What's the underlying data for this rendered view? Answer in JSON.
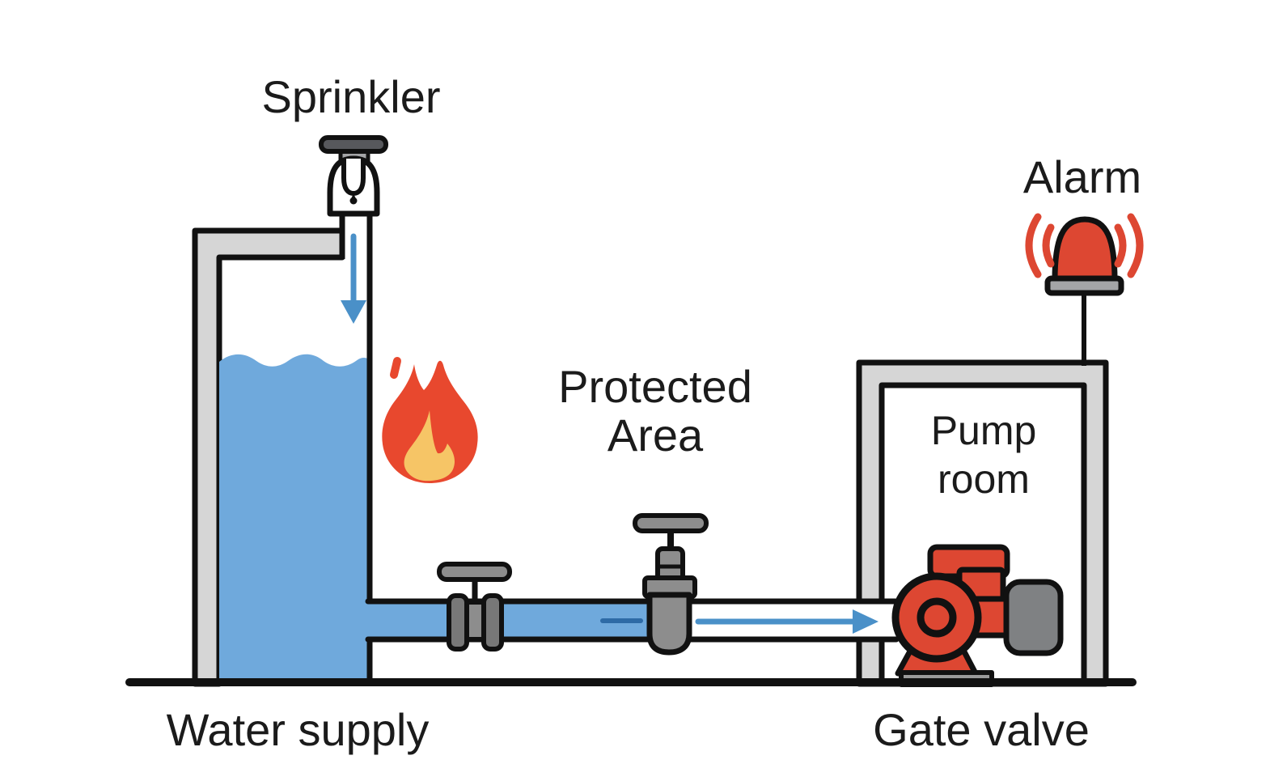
{
  "diagram": {
    "labels": {
      "sprinkler": "Sprinkler",
      "alarm": "Alarm",
      "protected_area": {
        "line1": "Protected",
        "line2": "Area"
      },
      "pump_room": {
        "line1": "Pump",
        "line2": "room"
      },
      "water_supply": "Water supply",
      "gate_valve": "Gate valve"
    },
    "icons": {
      "sprinkler_head": "sprinkler-head-icon",
      "down_arrow": "down-arrow-icon",
      "flame": "flame-icon",
      "pipe_valve": "valve-icon",
      "gate_valve": "gate-valve-icon",
      "flow_arrow": "flow-arrow-icon",
      "pump": "pump-icon",
      "alarm_bell": "alarm-bell-icon"
    },
    "colors": {
      "outline": "#111111",
      "wall_gray": "#d6d6d6",
      "metal_gray": "#8d8d8d",
      "flange_gray": "#787878",
      "motor_gray": "#7f8183",
      "base_gray": "#9a9a9a",
      "cap_gray": "#57585c",
      "light_gray": "#a4a5a7",
      "water_blue": "#6fa9dc",
      "flow_arrow_blue": "#4a90c8",
      "flow_dash_blue": "#2e6ba6",
      "fire_red": "#e8482e",
      "flame_inner_yellow": "#f6c566",
      "pump_red": "#dd4732",
      "alarm_red": "#dd4732"
    }
  }
}
